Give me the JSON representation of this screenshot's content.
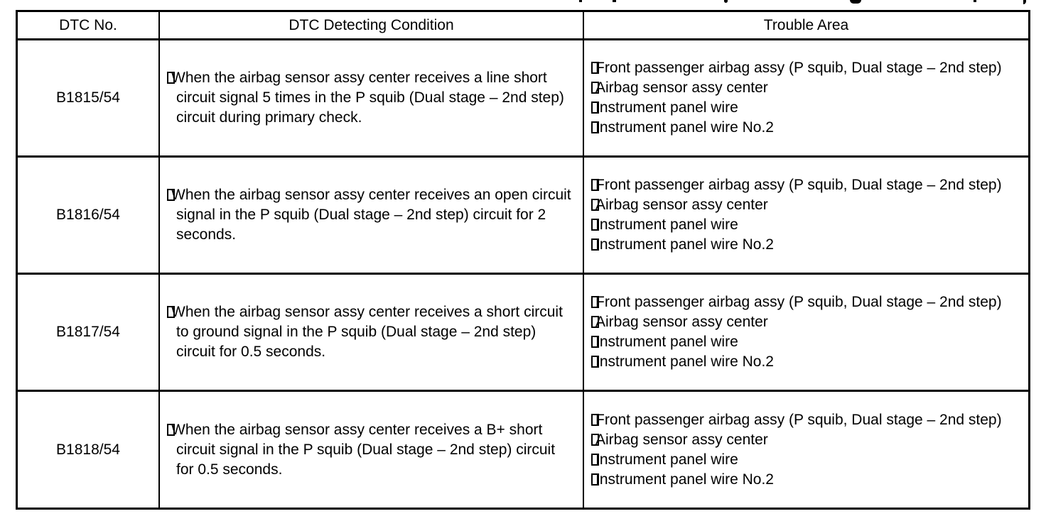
{
  "colors": {
    "text": "#000000",
    "lines": "#000000",
    "background": "#ffffff"
  },
  "icons": {
    "list-bullet": "missing-glyph-box"
  },
  "table": {
    "columns": [
      "DTC No.",
      "DTC Detecting Condition",
      "Trouble Area"
    ],
    "rows": [
      {
        "dtc_no": "B1815/54",
        "condition": "When the airbag sensor assy center receives a line short circuit signal 5 times in the P squib (Dual stage – 2nd step) circuit during primary check.",
        "trouble_areas": [
          "Front passenger airbag assy (P squib, Dual stage – 2nd step)",
          "Airbag sensor assy center",
          "Instrument panel wire",
          "Instrument panel wire No.2"
        ]
      },
      {
        "dtc_no": "B1816/54",
        "condition": "When the airbag sensor assy center receives an open circuit signal in the P squib (Dual stage – 2nd step) circuit for 2 seconds.",
        "trouble_areas": [
          "Front passenger airbag assy (P squib, Dual stage – 2nd step)",
          "Airbag sensor assy center",
          "Instrument panel wire",
          "Instrument panel wire No.2"
        ]
      },
      {
        "dtc_no": "B1817/54",
        "condition": "When the airbag sensor assy center receives a short circuit to ground signal in the P squib (Dual stage – 2nd step) circuit for 0.5 seconds.",
        "trouble_areas": [
          "Front passenger airbag assy (P squib, Dual stage – 2nd step)",
          "Airbag sensor assy center",
          "Instrument panel wire",
          "Instrument panel wire No.2"
        ]
      },
      {
        "dtc_no": "B1818/54",
        "condition": "When the airbag sensor assy center receives a B+ short circuit signal in the P squib (Dual stage – 2nd step) circuit for 0.5 seconds.",
        "trouble_areas": [
          "Front passenger airbag assy (P squib, Dual stage – 2nd step)",
          "Airbag sensor assy center",
          "Instrument panel wire",
          "Instrument panel wire No.2"
        ]
      }
    ]
  }
}
